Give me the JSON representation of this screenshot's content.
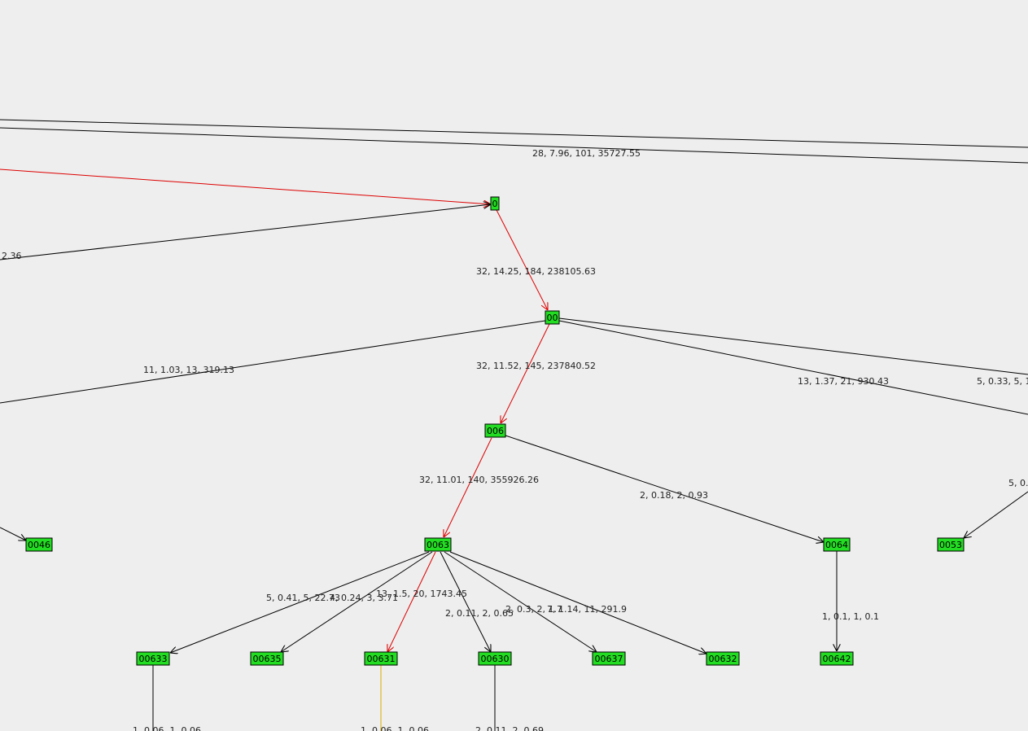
{
  "colors": {
    "background": "#eeeeee",
    "node_fill": "#22dd22",
    "node_border": "#000000",
    "edge_default": "#000000",
    "edge_highlight": "#dd0000",
    "edge_orange": "#ddaa00"
  },
  "nodes": [
    {
      "id": "0",
      "label": "0"
    },
    {
      "id": "00",
      "label": "00"
    },
    {
      "id": "006",
      "label": "006"
    },
    {
      "id": "0063",
      "label": "0063"
    },
    {
      "id": "0064",
      "label": "0064"
    },
    {
      "id": "0046",
      "label": "0046"
    },
    {
      "id": "0053",
      "label": "0053"
    },
    {
      "id": "00633",
      "label": "00633"
    },
    {
      "id": "00635",
      "label": "00635"
    },
    {
      "id": "00631",
      "label": "00631"
    },
    {
      "id": "00630",
      "label": "00630"
    },
    {
      "id": "00637",
      "label": "00637"
    },
    {
      "id": "00632",
      "label": "00632"
    },
    {
      "id": "00642",
      "label": "00642"
    }
  ],
  "edges": [
    {
      "id": "e-top1",
      "label": "28, 7.96, 101, 35727.55",
      "highlight": "black"
    },
    {
      "id": "e-top2",
      "label": "",
      "highlight": "black"
    },
    {
      "id": "e-red-in",
      "label": "",
      "highlight": "red"
    },
    {
      "id": "e-left-in",
      "label": "2.36",
      "highlight": "black"
    },
    {
      "id": "e-0-00",
      "label": "32, 14.25, 184, 238105.63",
      "highlight": "red"
    },
    {
      "id": "e-00-006",
      "label": "32, 11.52, 145, 237840.52",
      "highlight": "red"
    },
    {
      "id": "e-00-left",
      "label": "11, 1.03, 13, 319.13",
      "highlight": "black"
    },
    {
      "id": "e-00-right1",
      "label": "13, 1.37, 21, 930.43",
      "highlight": "black"
    },
    {
      "id": "e-00-right2",
      "label": "5, 0.33, 5, 1",
      "highlight": "black"
    },
    {
      "id": "e-006-0063",
      "label": "32, 11.01, 140, 355926.26",
      "highlight": "red"
    },
    {
      "id": "e-006-0064",
      "label": "2, 0.18, 2, 0.93",
      "highlight": "black"
    },
    {
      "id": "e-x-0046",
      "label": "",
      "highlight": "black"
    },
    {
      "id": "e-x-0053",
      "label": "5, 0.",
      "highlight": "black"
    },
    {
      "id": "e-0063-00633",
      "label": "5, 0.41, 5, 22.73",
      "highlight": "black"
    },
    {
      "id": "e-0063-00635",
      "label": "4, 0.24, 3, 3.71",
      "highlight": "black"
    },
    {
      "id": "e-0063-00631",
      "label": "13, 1.5, 20, 1743.45",
      "highlight": "red"
    },
    {
      "id": "e-0063-00630",
      "label": "2, 0.11, 2, 0.65",
      "highlight": "black"
    },
    {
      "id": "e-0063-00637",
      "label": "2, 0.3, 2, 1.7",
      "highlight": "black"
    },
    {
      "id": "e-0063-00632",
      "label": "7, 1.14, 11, 291.9",
      "highlight": "black"
    },
    {
      "id": "e-0064-00642",
      "label": "1, 0.1, 1, 0.1",
      "highlight": "black"
    },
    {
      "id": "e-00633-down",
      "label": "1, 0.06, 1, 0.06",
      "highlight": "black"
    },
    {
      "id": "e-00631-down",
      "label": "1, 0.06, 1, 0.06",
      "highlight": "orange"
    },
    {
      "id": "e-00630-down",
      "label": "2, 0.11, 2, 0.69",
      "highlight": "black"
    }
  ]
}
